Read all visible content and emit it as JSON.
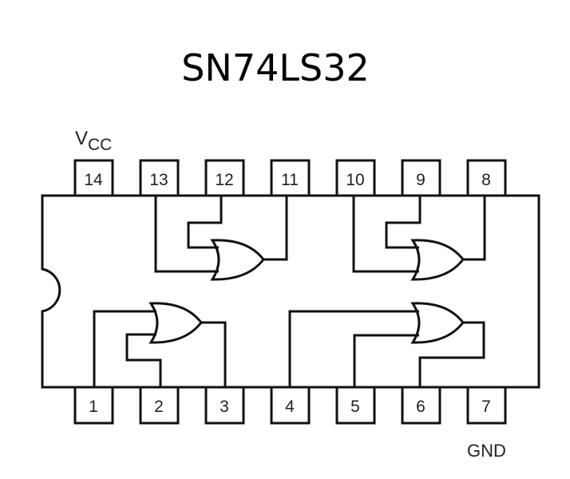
{
  "title": "SN74LS32",
  "labels": {
    "vcc_main": "V",
    "vcc_sub": "CC",
    "gnd": "GND"
  },
  "colors": {
    "line": "#111111",
    "background": "#ffffff"
  },
  "pins_top": [
    "14",
    "13",
    "12",
    "11",
    "10",
    "9",
    "8"
  ],
  "pins_bottom": [
    "1",
    "2",
    "3",
    "4",
    "5",
    "6",
    "7"
  ],
  "gates": [
    {
      "type": "OR",
      "inputs": [
        "1",
        "2"
      ],
      "output": "3"
    },
    {
      "type": "OR",
      "inputs": [
        "4",
        "5"
      ],
      "output": "6"
    },
    {
      "type": "OR",
      "inputs": [
        "9",
        "10"
      ],
      "output": "8"
    },
    {
      "type": "OR",
      "inputs": [
        "12",
        "13"
      ],
      "output": "11"
    }
  ]
}
